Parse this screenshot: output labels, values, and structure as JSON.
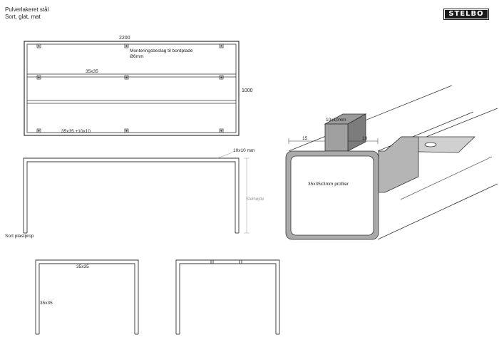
{
  "header": {
    "title": "Pulverlakeret stål",
    "subtitle": "Sort, glat, mat",
    "logo_text": "STELBO"
  },
  "top_view": {
    "width_label": "2200",
    "height_label": "1000",
    "mount_label_1": "Monteringsbeslag til bordplade",
    "mount_label_2": "Ø6mm",
    "middle_profile": "35x35",
    "bottom_profile": "35x35 +10x10"
  },
  "front_view": {
    "bar_label": "10x10 mm",
    "height_label": "Stelhøjde",
    "foot_label": "Sort plastprop"
  },
  "side_view": {
    "top_label": "35x35",
    "leg_label": "35x35"
  },
  "detail": {
    "bar_label": "10x10mm",
    "dim_left": "15",
    "dim_right": "10",
    "profile_label": "35x35x3mm profiler"
  }
}
